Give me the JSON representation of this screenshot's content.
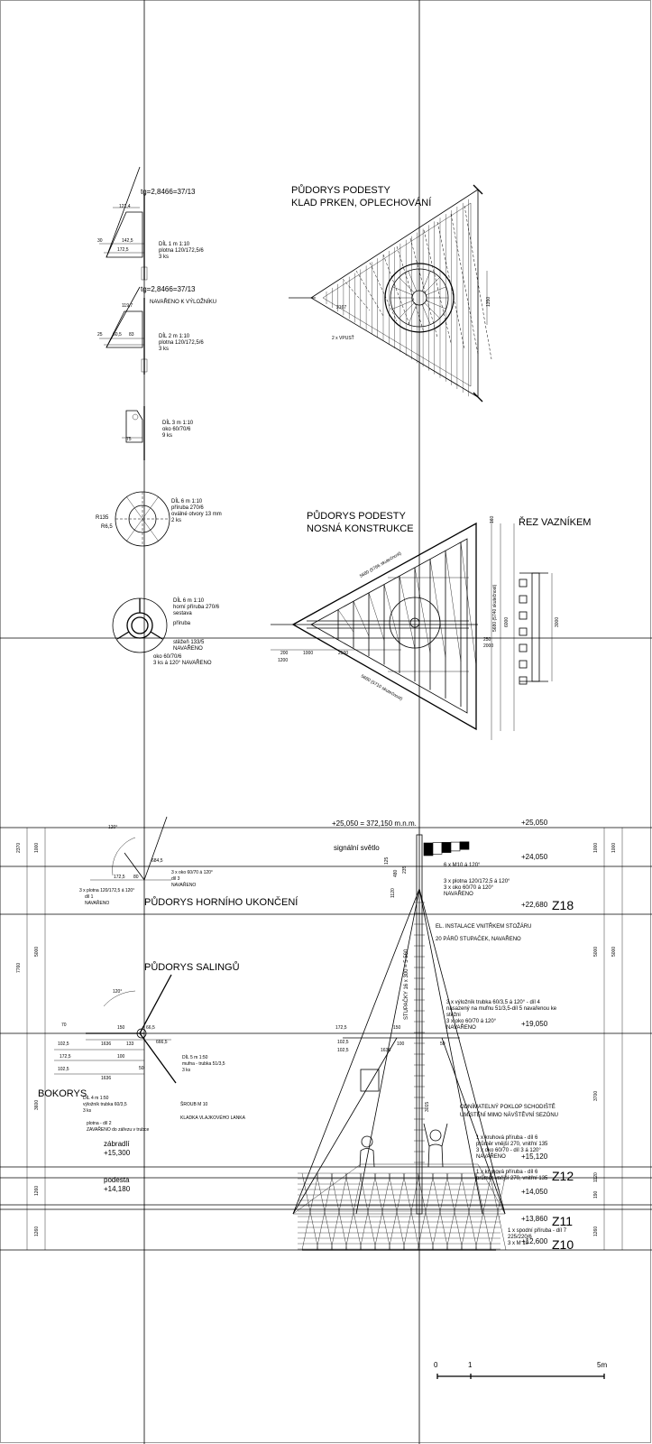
{
  "titles": {
    "plan_boards": "PŮDORYS PODESTY",
    "plan_boards_sub": "KLAD PRKEN, OPLECHOVÁNÍ",
    "plan_structure": "PŮDORYS PODESTY",
    "plan_structure_sub": "NOSNÁ KONSTRUKCE",
    "truss_section": "ŘEZ VAZNÍKEM",
    "top_end_plan": "PŮDORYS HORNÍHO UKONČENÍ",
    "salings_plan": "PŮDORYS SALINGŮ",
    "side_view": "BOKORYS",
    "signal_light": "signální světlo"
  },
  "details": {
    "tg1": "tg=2,8466=37/13",
    "tg2": "tg=2,8466=37/13",
    "part1": "DÍL 1 m 1:10",
    "part1_a": "plotna 120/172,5/6",
    "part1_b": "3 ks",
    "part2_welded": "NAVAŘENO K VÝLOŽNÍKU",
    "part2": "DÍL 2 m 1:10",
    "part2_a": "plotna 120/172,5/6",
    "part2_b": "3 ks",
    "part3": "DÍL 3 m 1:10",
    "part3_a": "oko 60/70/6",
    "part3_b": "9 ks",
    "part6a": "DÍL 6 m 1:10",
    "part6a_a": "příruba 270/6",
    "part6a_b": "oválné otvory 13 mm",
    "part6a_c": "2 ks",
    "part6b": "DÍL 6 m 1:10",
    "part6b_a": "horní příruba 270/6",
    "part6b_b": "sestava",
    "part6b_c": "příruba",
    "part6b_d": "stěžeň 133/5",
    "part6b_e": "NAVAŘENO",
    "part6b_f": "oko 60/70/6",
    "part6b_g": "3 ks á 120° NAVAŘENO",
    "drain": "2 x VPUSŤ",
    "d_r135": "R135",
    "d_r65": "R6,5",
    "d_1215": "121,4",
    "d_1425": "142,5",
    "d_1725": "172,5",
    "d_30": "30",
    "d_75": "75",
    "d_1197": "119,7",
    "d_605": "60,5",
    "d_83": "83",
    "d_25": "25"
  },
  "plan_dims": {
    "d1": "5680 (5766 skutečnost)",
    "d2": "5680 (5740 skutečnost)",
    "d3": "5680 (5710 skutečnost)",
    "d4": "6000",
    "d5": "3000",
    "d6": "200",
    "d7": "1000",
    "d8": "2500",
    "d9": "1200",
    "d10": "250",
    "d11": "2000",
    "d12": "160",
    "d13": "2167",
    "d14": "1350"
  },
  "elevation": {
    "level_top": "+25,050 = 372,150 m.n.m.",
    "lv1": "+25,050",
    "lv2": "+24,050",
    "lv3": "+22,680",
    "lv4": "+19,050",
    "lv5": "+15,120",
    "lv6": "+14,050",
    "lv7": "+13,860",
    "lv8": "+12,600",
    "lv_rail": "+15,300",
    "lv_rail_label": "zábradlí",
    "lv_deck": "+14,180",
    "lv_deck_label": "podesta",
    "z18": "Z18",
    "z12": "Z12",
    "z11": "Z11",
    "z10": "Z10",
    "note_m10": "6 x M10 á 120°",
    "note_plates": "3 x plotna 120/172,5 á 120°",
    "note_eyes": "3 x oko 60/70 á 120°",
    "note_welded": "NAVAŘENO",
    "note_el": "EL. INSTALACE VNITŘKEM STOŽÁRU",
    "note_steps": "20 PÁRŮ STUPAČEK, NAVAŘENO",
    "note_boom1": "3 x výložník trubka 60/3,5 á 120° - díl 4",
    "note_boom2": "nasazený na mufnu 51/3,5-díl 5 navařenou ke",
    "note_boom3": "stěžni",
    "note_boom4": "3 x oko 60/70 á 120°",
    "note_boom5": "NAVAŘENO",
    "note_hatch1": "ODNÍMATELNÝ POKLOP SCHODIŠTĚ",
    "note_hatch2": "UMÍSTĚNÍ MIMO NÁVŠTĚVNÍ SEZÓNU",
    "note_fl6_1": "1 x kruhová příruba - díl 6",
    "note_fl6_2": "průměr vnější 270, vnitřní 135",
    "note_fl6_3": "3 x oko 60/70 - díl 3 á 120°",
    "note_fl6_4": "NAVAŘENO",
    "note_fl6b_1": "1 x kruhová příruba - díl 6",
    "note_fl6b_2": "průměr vnější 270, vnitřní 135",
    "note_fl7_1": "1 x spodní příruba - díl 7",
    "note_fl7_2": "225/220/6",
    "note_fl7_3": "3 x M 10",
    "steps_label": "STUPAČKY 16 x 300 = 5 560",
    "dim_3015": "3015",
    "top_note1": "3 x oko 60/70 á 120°",
    "top_note2": "díl 3",
    "top_note3": "NAVAŘENO",
    "top_note4": "3 x plotna 120/172,5 á 120°",
    "top_note5": "díl 1",
    "top_note6": "NAVAŘENO",
    "sal_part5": "DÍL 5 m 1:50",
    "sal_part5_a": "mufna - trubka 51/3,5",
    "sal_part5_b": "3 ks",
    "sal_part4": "DÍL 4 m 1:50",
    "sal_part4_a": "výložník trubka 60/3,5",
    "sal_part4_b": "3 ks",
    "sal_bolt": "ŠROUB M 10",
    "sal_pulley": "KLADKA VLAJKOVÉHO LANKA",
    "sal_plate": "plotna - díl 2",
    "sal_plate2": "ZAVAŘENO do zářezu v trubce",
    "dim_left_2370": "2370",
    "dim_left_1000": "1000",
    "dim_left_7760": "7760",
    "dim_left_5000": "5000",
    "dim_left_3600": "3600",
    "dim_left_1260a": "1260",
    "dim_left_1260b": "1260",
    "dim_right_1000a": "1000",
    "dim_right_1000b": "1000",
    "dim_right_5000a": "5000",
    "dim_right_5000b": "5000",
    "dim_right_3700": "3700",
    "dim_right_1120": "1120",
    "dim_right_190": "190",
    "dim_right_1260": "1260",
    "d_1725": "172,5",
    "d_150": "150",
    "d_1025": "102,5",
    "d_1636": "1636",
    "d_100": "100",
    "d_50": "50",
    "d_70": "70",
    "d_133": "133",
    "d_665": "66,5",
    "d_120deg": "120°",
    "d_6665": "666,5",
    "d_6845": "684,5",
    "d_80": "80",
    "d_1120": "1120",
    "d_125": "125",
    "d_235": "235",
    "d_480": "480"
  },
  "scale_bar": {
    "zero": "0",
    "one": "1",
    "five": "5m"
  }
}
